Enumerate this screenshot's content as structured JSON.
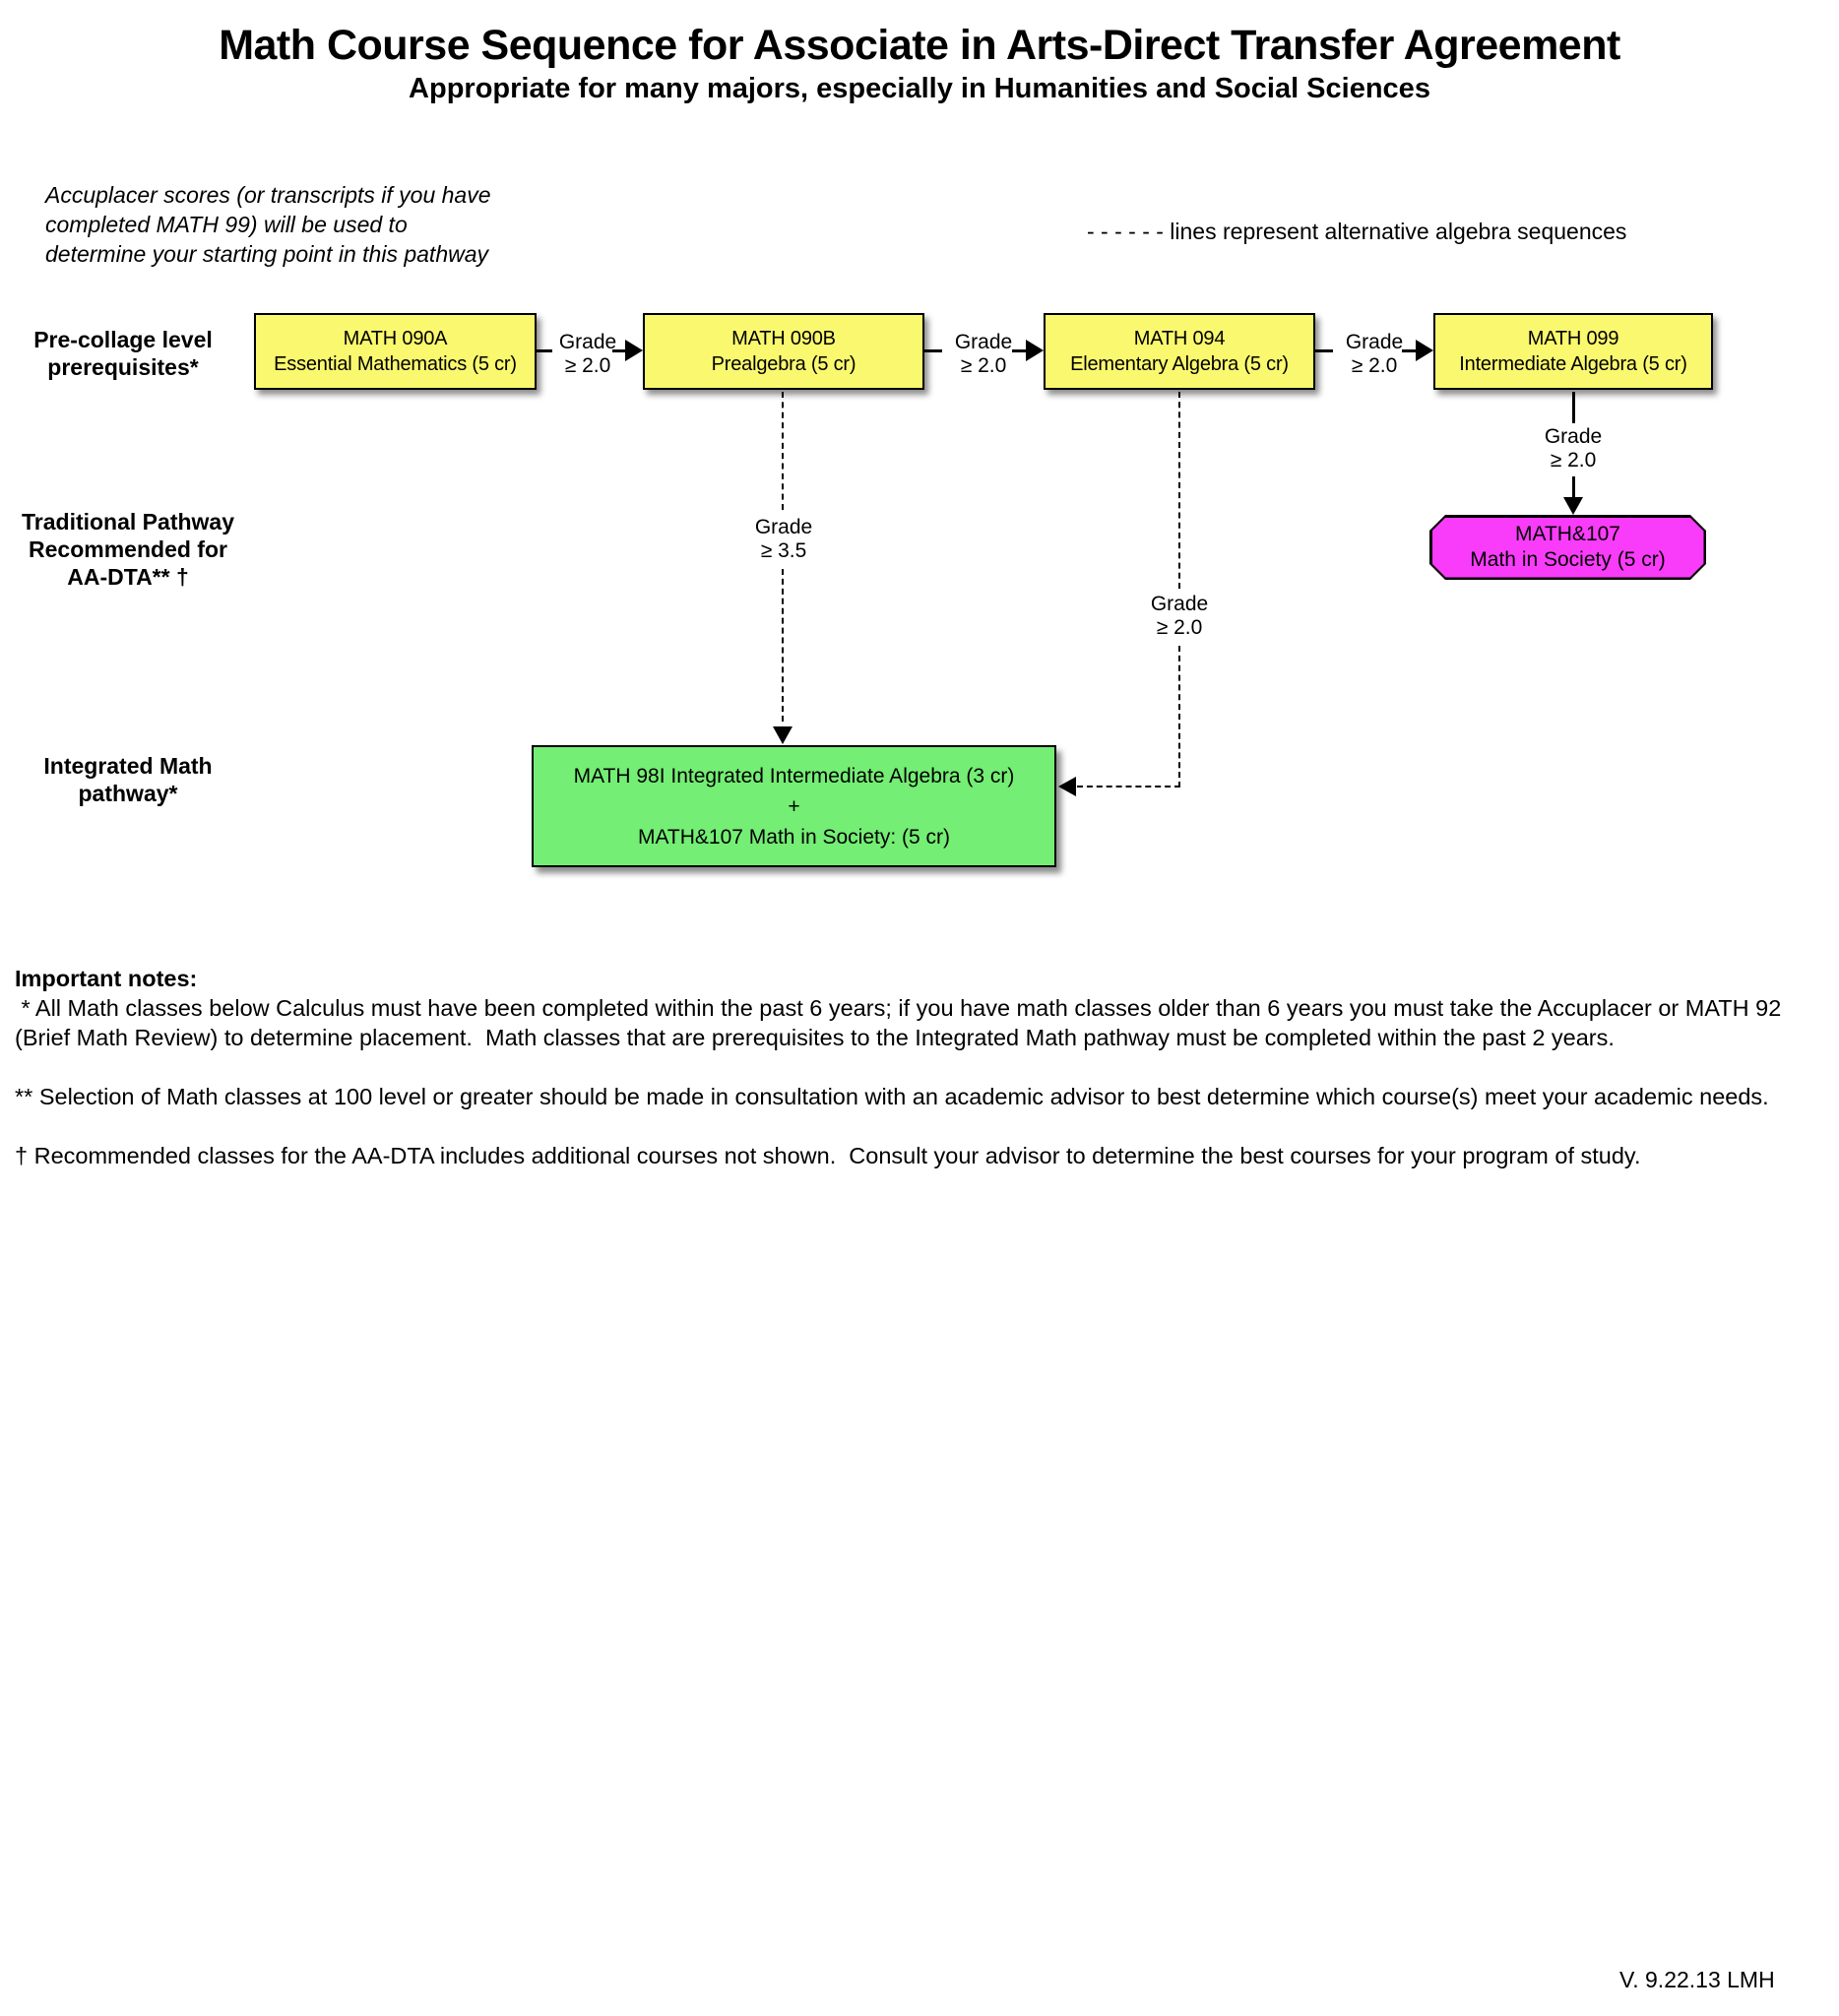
{
  "header": {
    "title": "Math Course Sequence for Associate in Arts-Direct Transfer Agreement",
    "subtitle": "Appropriate for many majors, especially in Humanities and Social Sciences",
    "intro_note": "Accuplacer scores (or transcripts if you have\ncompleted MATH 99) will be used to\ndetermine your starting point in this pathway",
    "legend": "- - - - - - lines represent alternative algebra sequences"
  },
  "rows": {
    "prereq_label": "Pre-collage level\nprerequisites*",
    "traditional_label": "Traditional Pathway\nRecommended for\nAA-DTA** †",
    "integrated_label": "Integrated Math\npathway*"
  },
  "courses": [
    {
      "code": "MATH 090A",
      "name": "Essential Mathematics (5 cr)"
    },
    {
      "code": "MATH 090B",
      "name": "Prealgebra (5 cr)"
    },
    {
      "code": "MATH 094",
      "name": "Elementary Algebra (5 cr)"
    },
    {
      "code": "MATH 099",
      "name": "Intermediate Algebra (5 cr)"
    }
  ],
  "math_in_society": {
    "code": "MATH&107",
    "name": "Math in Society (5 cr)"
  },
  "integrated_course": {
    "line1": "MATH 98I Integrated Intermediate Algebra (3 cr)",
    "plus": "+",
    "line2": "MATH&107 Math in Society: (5 cr)"
  },
  "grades": {
    "gte20": "Grade\n≥ 2.0",
    "gte35": "Grade\n≥ 3.5"
  },
  "notes": {
    "heading": "Important notes:",
    "note1": " * All Math classes below Calculus must have been completed within the past 6 years; if you have math classes older than 6 years you must take the Accuplacer or MATH 92 (Brief Math Review) to determine placement.  Math classes that are prerequisites to the Integrated Math pathway must be completed within the past 2 years.",
    "note2": "** Selection of Math classes at 100 level or greater should be made in consultation with an academic advisor to best determine which course(s) meet your academic needs.",
    "note3": "† Recommended classes for the AA-DTA includes additional courses not shown.  Consult your advisor to determine the best courses for your program of study."
  },
  "footer": {
    "version": "V. 9.22.13 LMH"
  },
  "colors": {
    "course_box_fill": "#FAF86E",
    "math107_box_fill": "#F93CF9",
    "integrated_box_fill": "#74EE74",
    "line_color": "#000000"
  }
}
